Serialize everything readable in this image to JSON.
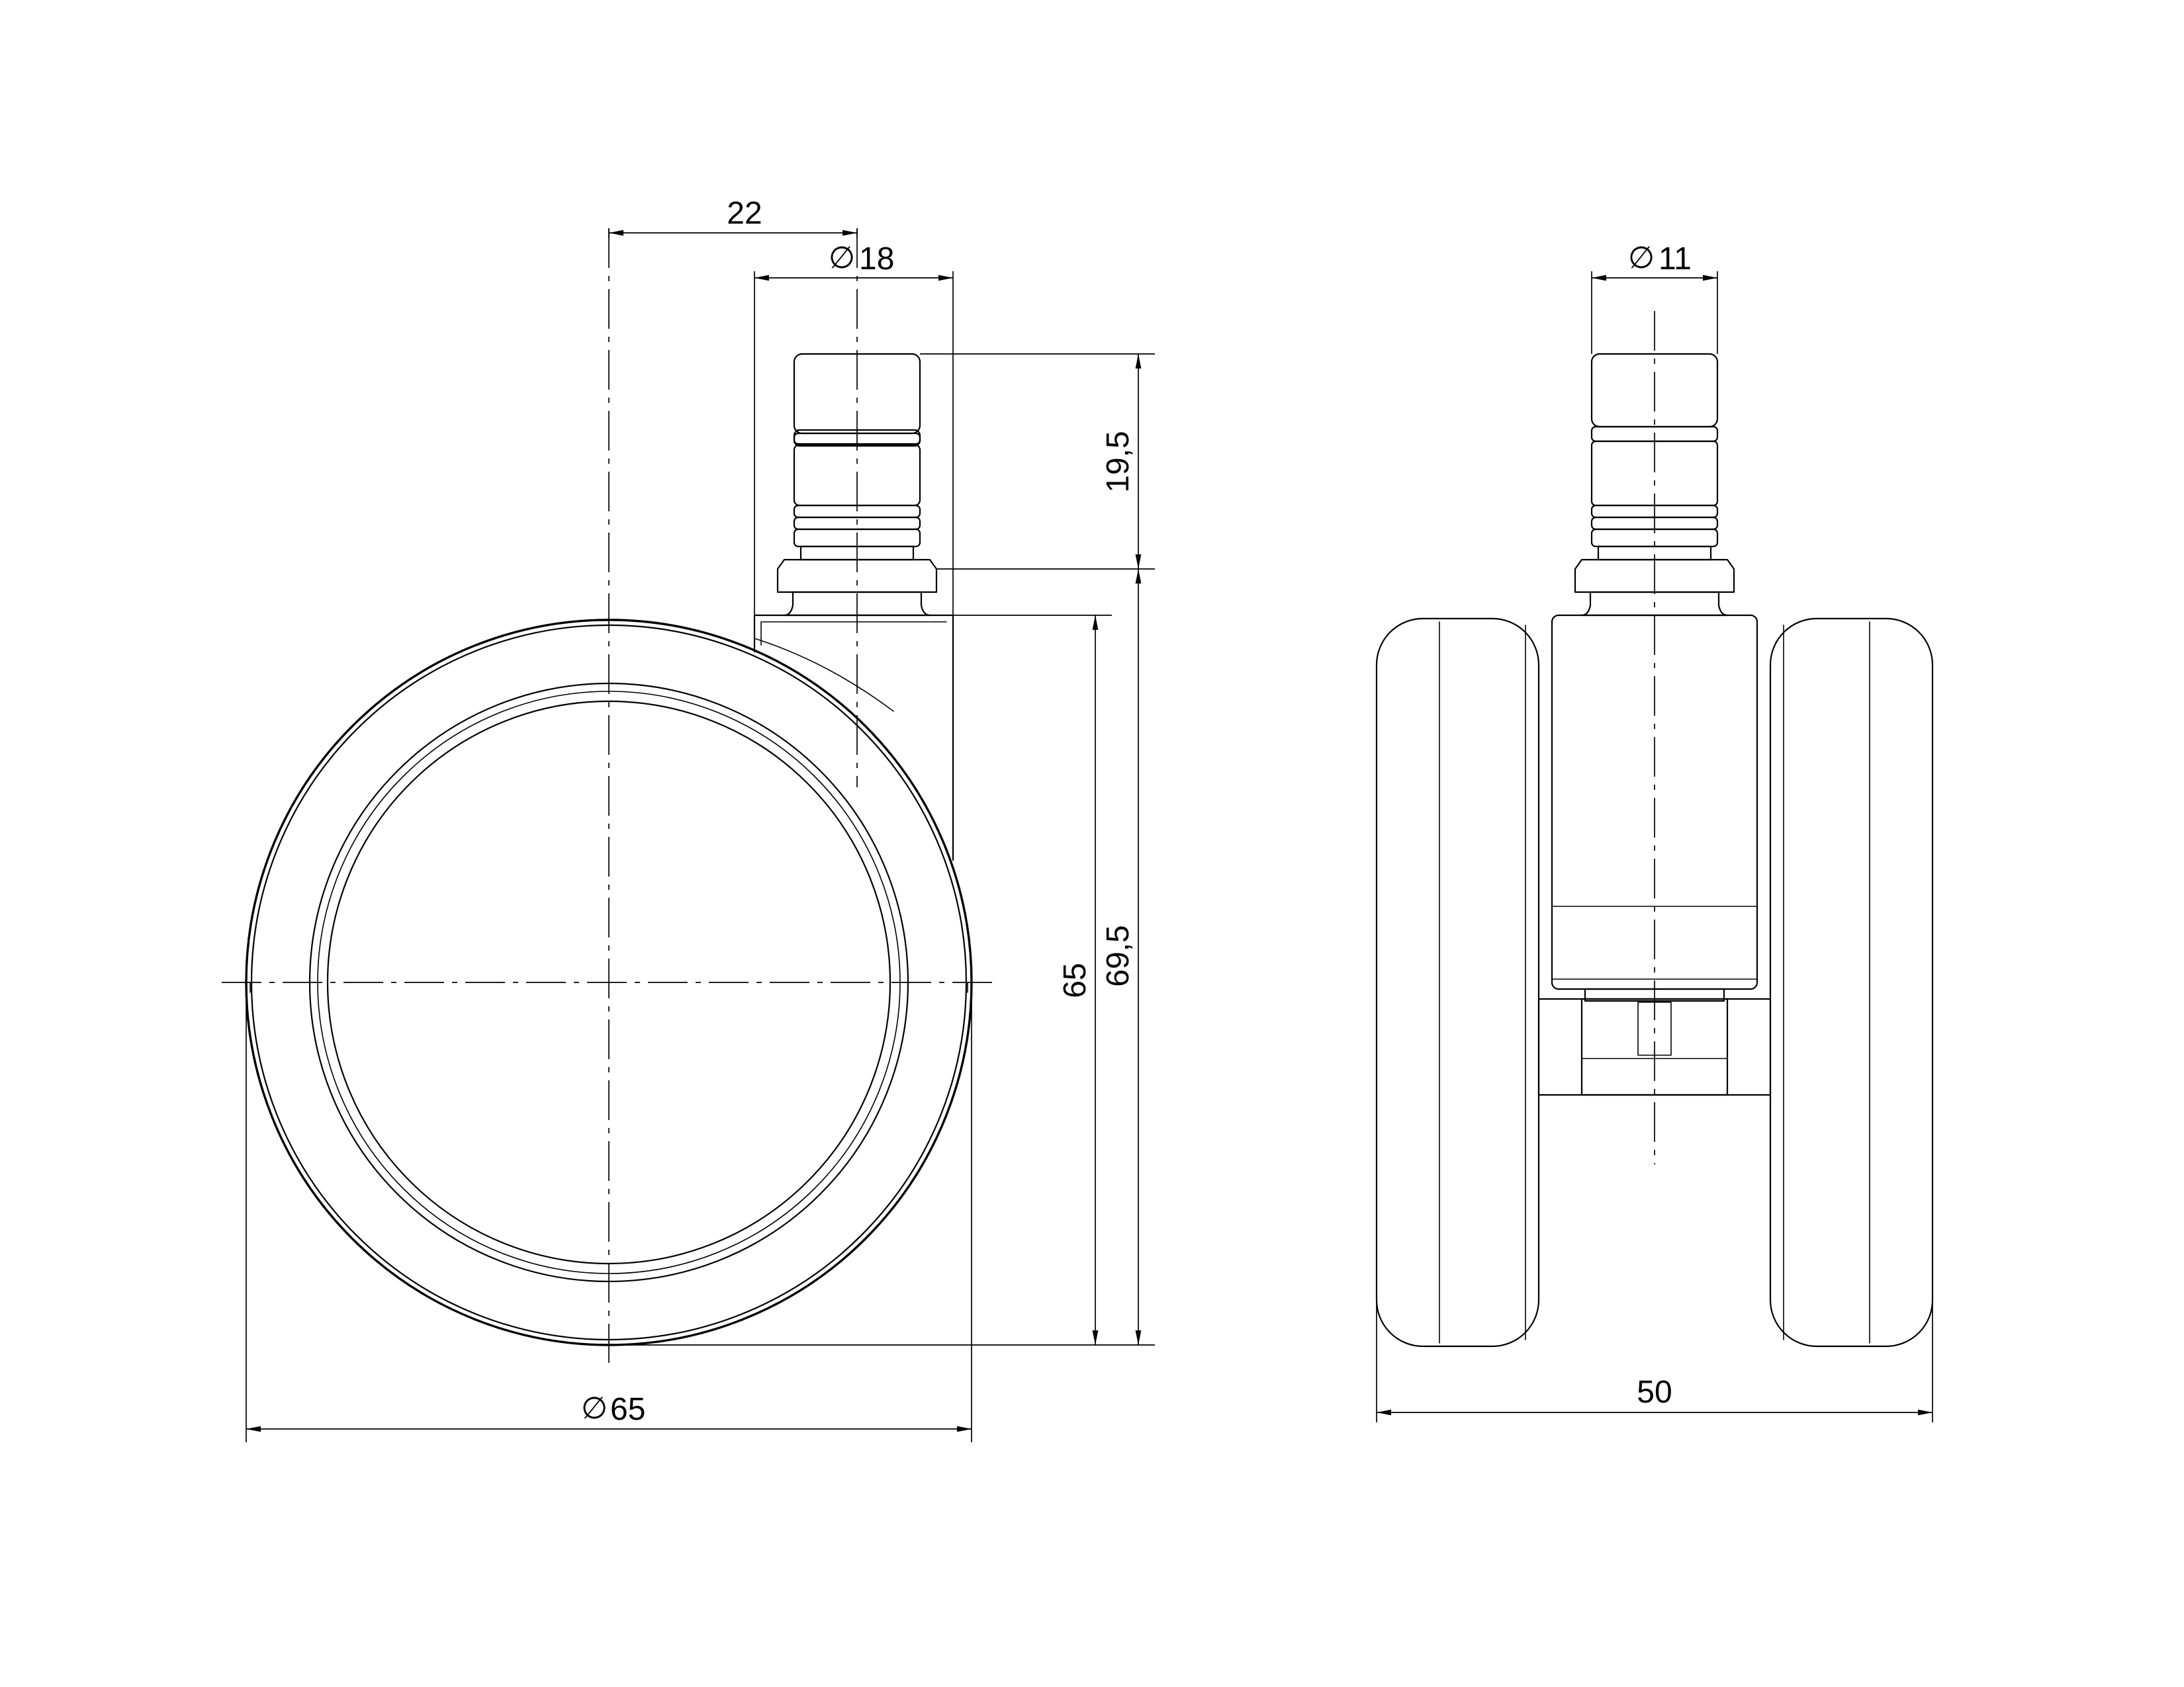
{
  "dimensions": {
    "side_offset": "22",
    "side_stem_diameter_symbol": "∅",
    "side_stem_diameter_value": "18",
    "stem_length": "19,5",
    "height_body": "65",
    "height_total": "69,5",
    "wheel_diameter_symbol": "∅",
    "wheel_diameter_value": "65",
    "front_stem_diameter_symbol": "∅",
    "front_stem_diameter_value": "11",
    "total_width": "50"
  },
  "colors": {
    "line": "#000000",
    "background": "#ffffff"
  }
}
